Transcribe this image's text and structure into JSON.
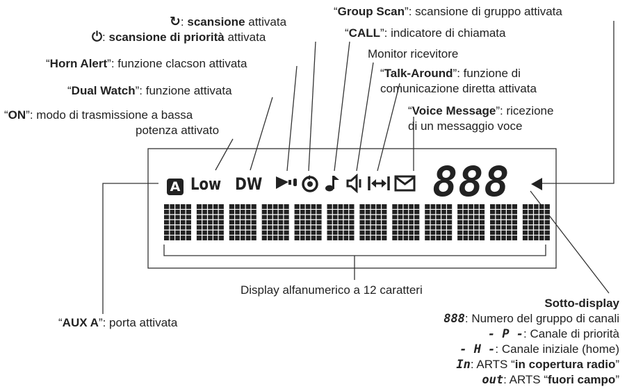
{
  "labels": {
    "scan_text_bold": "scansione",
    "scan_text_rest": " attivata",
    "priority_scan_bold": "scansione di priorità",
    "priority_scan_rest": " attivata",
    "horn_name": "Horn Alert",
    "horn_desc": ": funzione clacson attivata",
    "dual_name": "Dual Watch",
    "dual_desc": ": funzione attivata",
    "on_name": "ON",
    "on_desc": ": modo di trasmissione a bassa",
    "on_desc2": "potenza attivato",
    "group_name": "Group Scan",
    "group_desc": ": scansione di gruppo attivata",
    "call_name": "CALL",
    "call_desc": ": indicatore di chiamata",
    "monitor": "Monitor ricevitore",
    "talk_name": "Talk-Around",
    "talk_desc": ": funzione di",
    "talk_desc2": "comunicazione diretta attivata",
    "voice_name": "Voice Message",
    "voice_desc": ": ricezione",
    "voice_desc2": "di un messaggio voce",
    "alnum": "Display alfanumerico a 12 caratteri",
    "aux_name": "AUX A",
    "aux_desc": ": porta attivata"
  },
  "sub_display": {
    "title": "Sotto-display",
    "items": [
      {
        "symbol": "888",
        "text": ": Numero del gruppo di canali"
      },
      {
        "symbol": "- P -",
        "text": ": Canale di priorità"
      },
      {
        "symbol": "- H -",
        "text": ": Canale iniziale (home)"
      },
      {
        "symbol": "In",
        "text": ": ARTS “",
        "bold": "in copertura radio",
        "end": "”"
      },
      {
        "symbol": "out",
        "text": ": ARTS “",
        "bold": "fuori campo",
        "end": "”"
      }
    ]
  },
  "lcd": {
    "low": "Low",
    "dw": "DW",
    "aux_letter": "A",
    "digits": "888",
    "char_count": 12
  }
}
